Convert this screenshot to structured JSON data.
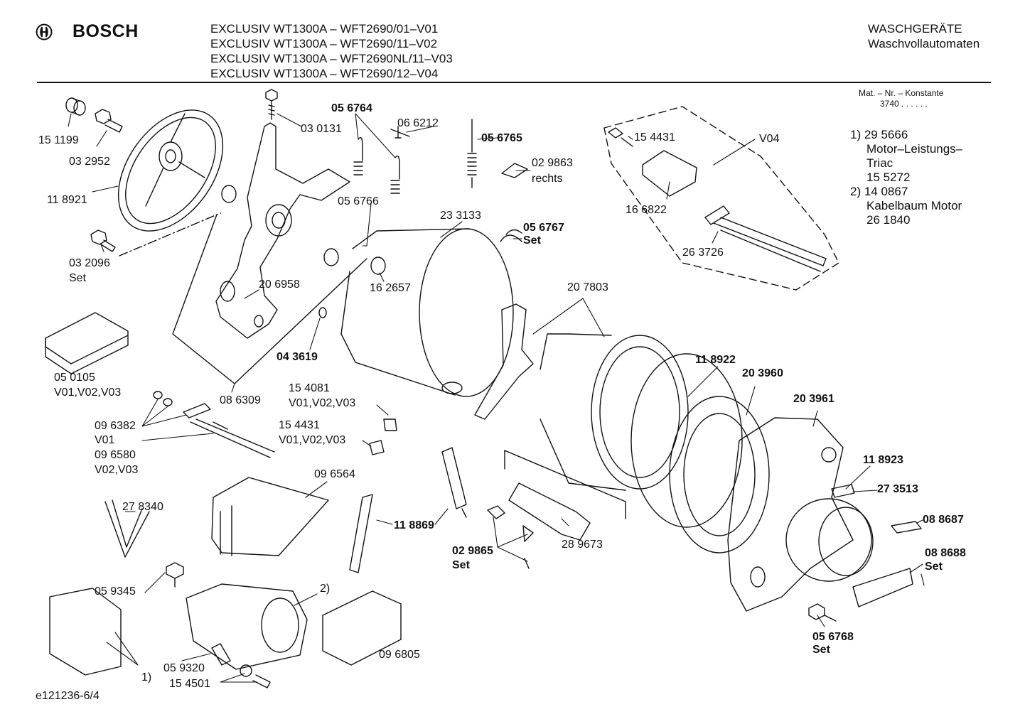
{
  "header": {
    "brand": "BOSCH",
    "models": [
      "EXCLUSIV WT1300A – WFT2690/01–V01",
      "EXCLUSIV WT1300A – WFT2690/11–V02",
      "EXCLUSIV WT1300A – WFT2690NL/11–V03",
      "EXCLUSIV WT1300A – WFT2690/12–V04"
    ],
    "category": "WASCHGERÄTE",
    "subcategory": "Waschvollautomaten"
  },
  "constants": {
    "label": "Mat. – Nr. – Konstante",
    "value": "3740  .  .  .  .  .  ."
  },
  "notes": [
    "1)  29 5666",
    "Motor–Leistungs–",
    "Triac",
    "15 5272",
    "2)  14 0867",
    "Kabelbaum Motor",
    "26 1840"
  ],
  "parts": {
    "p151199": "15 1199",
    "p032952": "03 2952",
    "p118921": "11 8921",
    "p032096": "03 2096",
    "p032096set": "Set",
    "p030131": "03 0131",
    "p056764": "05 6764",
    "p066212": "06 6212",
    "p056765": "05 6765",
    "p029863": "02 9863",
    "p029863r": "rechts",
    "p154431a": "15 4431",
    "v04": "V04",
    "p166822": "16 6822",
    "p263726": "26 3726",
    "p056766": "05 6766",
    "p233133": "23 3133",
    "p056767": "05 6767",
    "p056767set": "Set",
    "p206958": "20 6958",
    "p162657": "16 2657",
    "p207803": "20 7803",
    "p043619": "04 3619",
    "p050105": "05 0105",
    "p050105v": "V01,V02,V03",
    "p086309": "08 6309",
    "p154081": "15 4081",
    "p154081v": "V01,V02,V03",
    "p154431b": "15 4431",
    "p154431bv": "V01,V02,V03",
    "p096382": "09 6382",
    "p096382v": "V01",
    "p096580": "09 6580",
    "p096580v": "V02,V03",
    "p118922": "11 8922",
    "p203960": "20 3960",
    "p203961": "20 3961",
    "p096564": "09 6564",
    "p278340": "27 8340",
    "p118869": "11 8869",
    "p118923": "11 8923",
    "p273513": "27 3513",
    "p088687": "08 8687",
    "p029865": "02 9865",
    "p029865set": "Set",
    "p289673": "28 9673",
    "p088688": "08 8688",
    "p088688set": "Set",
    "p059345": "05 9345",
    "note2": "2)",
    "p096805": "09 6805",
    "p056768": "05 6768",
    "p056768set": "Set",
    "p059320": "05 9320",
    "p154501": "15 4501",
    "note1": "1)"
  },
  "footer": {
    "code": "e121236-6/4"
  }
}
